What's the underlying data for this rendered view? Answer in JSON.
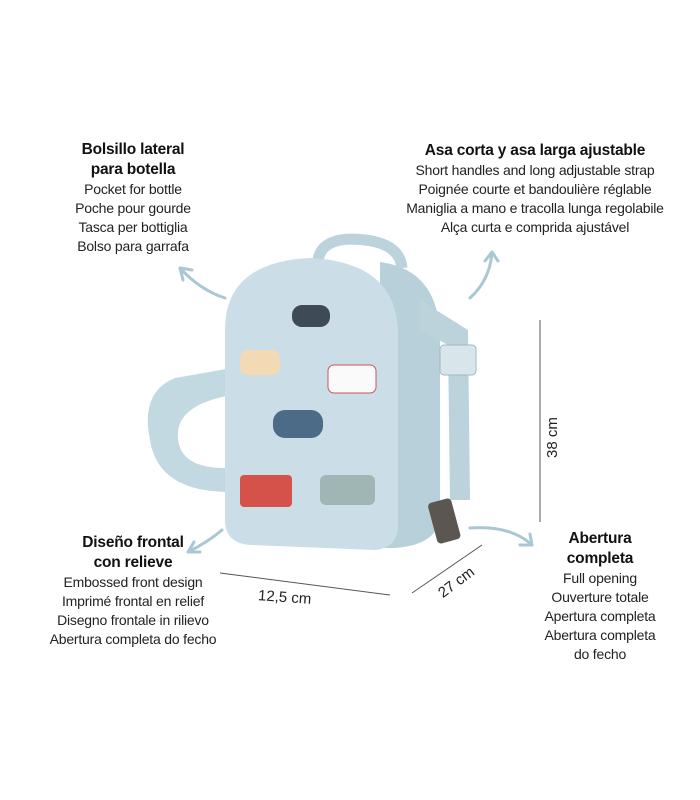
{
  "callouts": {
    "side_pocket": {
      "heading": [
        "Bolsillo lateral",
        "para botella"
      ],
      "lines": [
        "Pocket for bottle",
        "Poche pour gourde",
        "Tasca per bottiglia",
        "Bolso para garrafa"
      ]
    },
    "handles": {
      "heading": [
        "Asa corta y asa larga ajustable"
      ],
      "lines": [
        "Short handles and long adjustable strap",
        "Poignée courte et bandoulière réglable",
        "Maniglia a mano e tracolla lunga regolabile",
        "Alça curta e comprida ajustável"
      ]
    },
    "front_design": {
      "heading": [
        "Diseño frontal",
        "con relieve"
      ],
      "lines": [
        "Embossed front design",
        "Imprimé frontal en relief",
        "Disegno frontale in rilievo",
        "Abertura completa do fecho"
      ]
    },
    "opening": {
      "heading": [
        "Abertura",
        "completa"
      ],
      "lines": [
        "Full opening",
        "Ouverture totale",
        "Apertura completa",
        "Abertura completa",
        "do fecho"
      ]
    }
  },
  "dimensions": {
    "width": "12,5 cm",
    "depth": "27 cm",
    "height": "38 cm"
  },
  "colors": {
    "bag": "#c9dde6",
    "arrow": "#a9c8d3"
  }
}
